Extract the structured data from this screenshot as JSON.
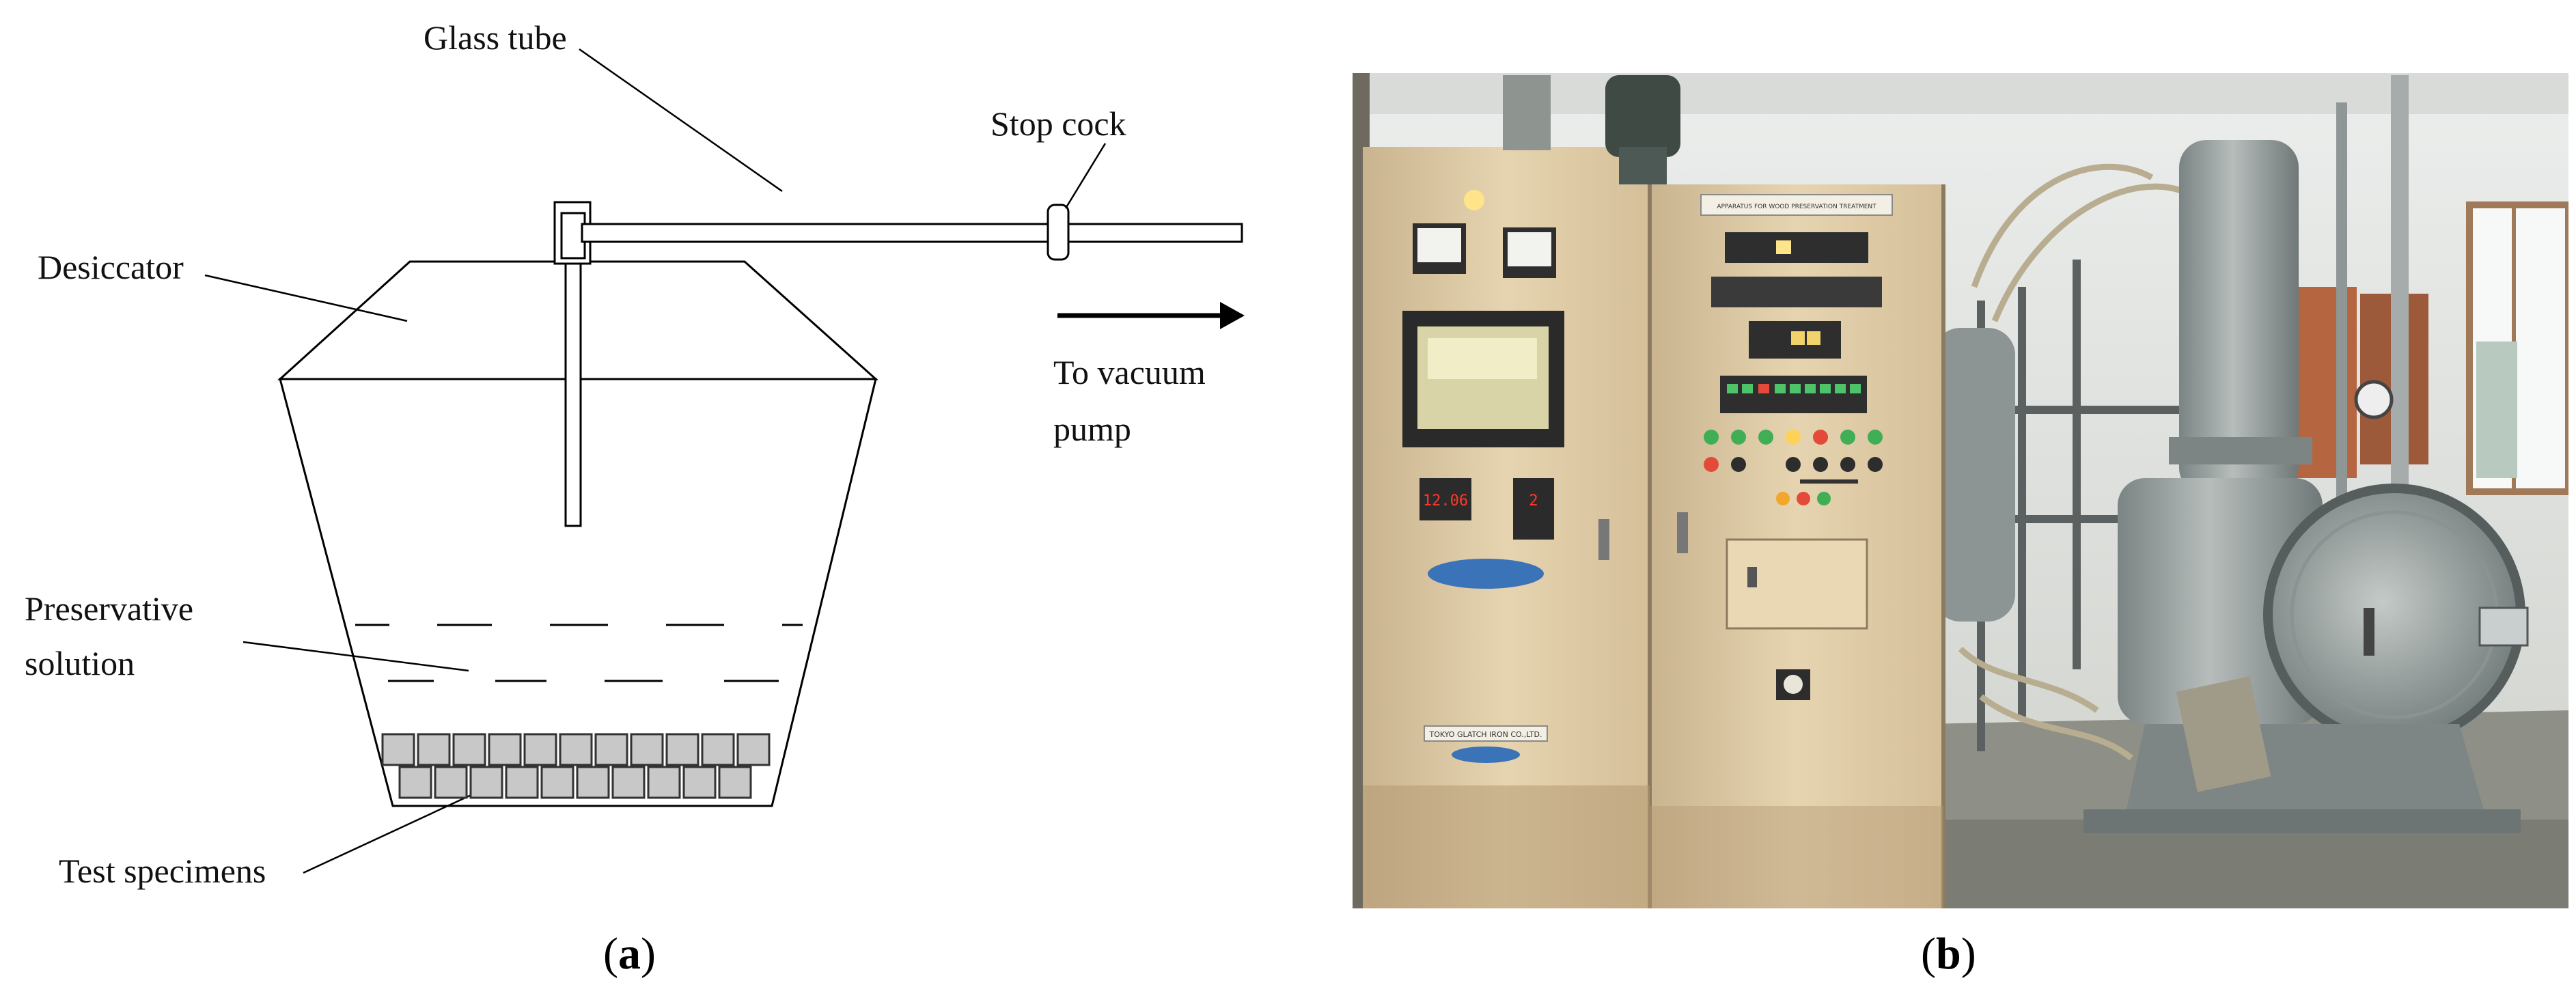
{
  "panel_a": {
    "labels": {
      "glass_tube": "Glass tube",
      "stop_cock": "Stop cock",
      "desiccator": "Desiccator",
      "to_vacuum_line1": "To vacuum",
      "to_vacuum_line2": "pump",
      "preservative_line1": "Preservative",
      "preservative_line2": "solution",
      "test_specimens": "Test specimens"
    },
    "caption": {
      "open": "(",
      "letter": "a",
      "close": ")"
    }
  },
  "panel_b": {
    "caption": {
      "open": "(",
      "letter": "b",
      "close": ")"
    },
    "photo_text": {
      "plate_title": "APPARATUS FOR WOOD PRESERVATION TREATMENT",
      "maker": "TOKYO GLATCH IRON CO.,LTD.",
      "display1": "12.06",
      "display2": "2"
    }
  },
  "colors": {
    "cabinet": "#e0cda8",
    "wall": "#f0f0f0",
    "machine": "#9aa3a3",
    "floor": "#9a9b90",
    "specimen_fill": "#c8c8c8"
  }
}
